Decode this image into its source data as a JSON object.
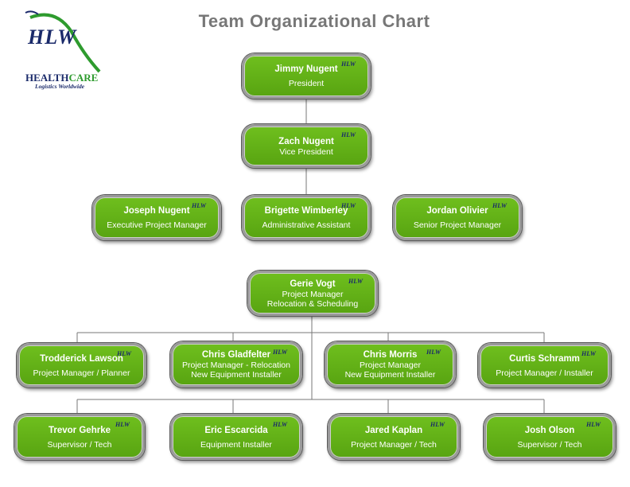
{
  "title": "Team Organizational Chart",
  "logo": {
    "main": "HLW",
    "health": "HEALTH",
    "care": "CARE",
    "tagline": "Logistics Worldwide",
    "mini": "HLW"
  },
  "colors": {
    "box_green": "#5fae15",
    "box_border": "#9a9a9a",
    "title_gray": "#777777",
    "logo_blue": "#1a2a6a",
    "logo_green": "#2e9b2e"
  },
  "nodes": {
    "n1": {
      "name": "Jimmy Nugent",
      "role1": "President",
      "role2": ""
    },
    "n2": {
      "name": "Zach Nugent",
      "role1": "Vice President",
      "role2": ""
    },
    "n3": {
      "name": "Joseph  Nugent",
      "role1": "Executive Project Manager",
      "role2": ""
    },
    "n4": {
      "name": "Brigette Wimberley",
      "role1": "Administrative Assistant",
      "role2": ""
    },
    "n5": {
      "name": "Jordan Olivier",
      "role1": "Senior Project Manager",
      "role2": ""
    },
    "n6": {
      "name": "Gerie Vogt",
      "role1": "Project Manager",
      "role2": "Relocation & Scheduling"
    },
    "n7": {
      "name": "Trodderick Lawson",
      "role1": "Project Manager / Planner",
      "role2": ""
    },
    "n8": {
      "name": "Chris Gladfelter",
      "role1": "Project Manager - Relocation",
      "role2": "New Equipment Installer"
    },
    "n9": {
      "name": "Chris Morris",
      "role1": "Project Manager",
      "role2": "New Equipment Installer"
    },
    "n10": {
      "name": "Curtis Schramm",
      "role1": "Project Manager / Installer",
      "role2": ""
    },
    "n11": {
      "name": "Trevor Gehrke",
      "role1": "Supervisor / Tech",
      "role2": ""
    },
    "n12": {
      "name": "Eric Escarcida",
      "role1": "Equipment Installer",
      "role2": ""
    },
    "n13": {
      "name": "Jared Kaplan",
      "role1": "Project Manager / Tech",
      "role2": ""
    },
    "n14": {
      "name": "Josh Olson",
      "role1": "Supervisor / Tech",
      "role2": ""
    }
  }
}
